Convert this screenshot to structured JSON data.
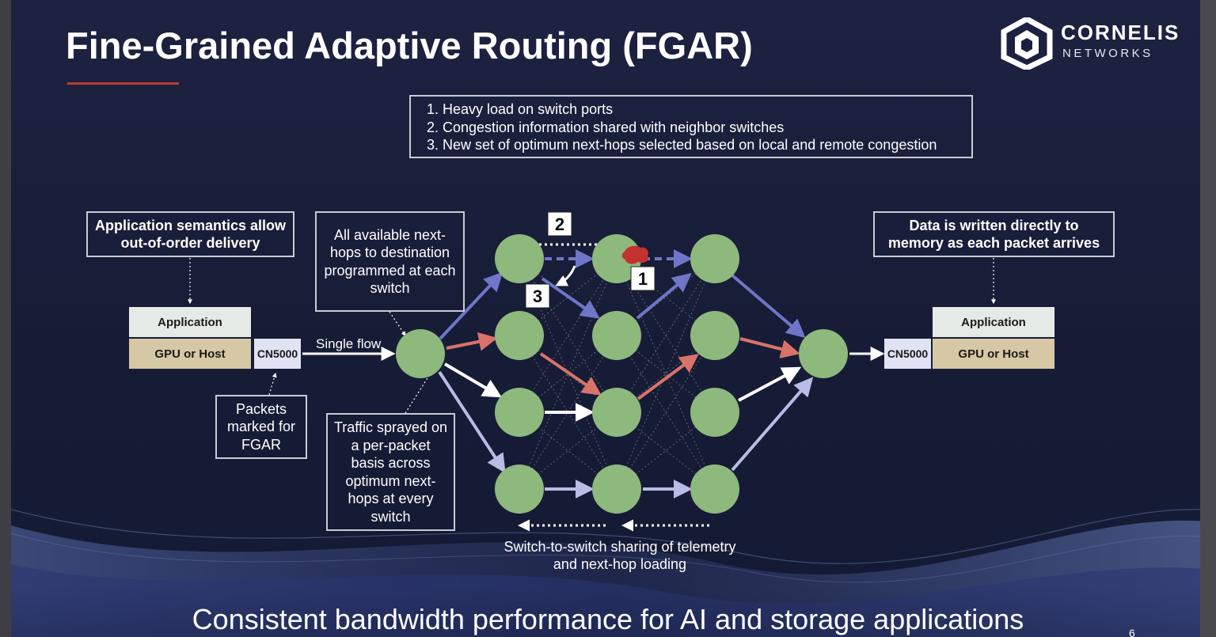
{
  "title": "Fine-Grained Adaptive Routing (FGAR)",
  "logo": {
    "word": "CORNELIS",
    "sub": "NETWORKS"
  },
  "steps": [
    "Heavy load on switch ports",
    "Congestion information shared with neighbor switches",
    "New set of optimum next-hops selected based on local and remote congestion"
  ],
  "notes": {
    "left_semantics": "Application semantics allow out-of-order delivery",
    "next_hops": "All available next-hops to destination programmed at each switch",
    "packets_marked": "Packets marked for FGAR",
    "traffic_sprayed": "Traffic sprayed on a per-packet basis across optimum next-hops at every switch",
    "right_memory": "Data is written directly to memory as each packet arrives"
  },
  "left_stack": {
    "application": "Application",
    "gpu": "GPU or Host",
    "nic": "CN5000"
  },
  "right_stack": {
    "application": "Application",
    "gpu": "GPU or Host",
    "nic": "CN5000"
  },
  "single_flow": "Single flow",
  "markers": {
    "m1": "1",
    "m2": "2",
    "m3": "3"
  },
  "telemetry_caption_line1": "Switch-to-switch sharing of telemetry",
  "telemetry_caption_line2": "and next-hop loading",
  "footer": "Consistent bandwidth performance for AI and storage applications",
  "page_number": "6",
  "colors": {
    "node": "#8db97d",
    "path_blue": "#6f76c8",
    "path_red": "#d9736a",
    "path_white": "#ffffff",
    "congestion": "#c43131",
    "title_accent": "#c0392b"
  }
}
